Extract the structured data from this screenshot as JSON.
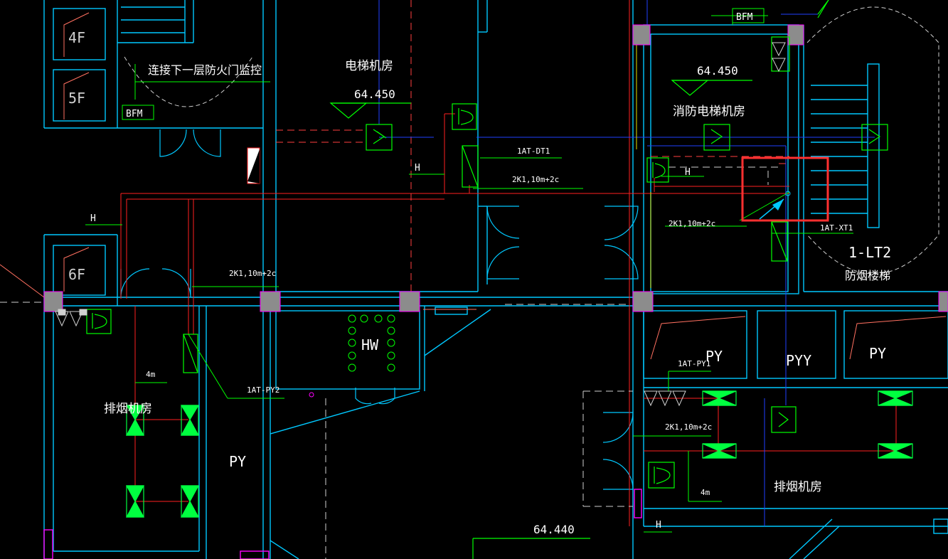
{
  "colors": {
    "background": "#000000",
    "wall": "#00c8ff",
    "pipe": "#ff2020",
    "pipe_dashed": "#ff4040",
    "annotation": "#00ff00",
    "blue_line": "#2040ff",
    "text": "#ffffff",
    "column": "#8c8c8c",
    "column_edge": "#ff00ff",
    "fan": "#00ff40",
    "highlight": "#ff3030",
    "yellow": "#e0e000",
    "orange": "#ff7060",
    "pink": "#ff9090"
  },
  "labels": {
    "floor_4f": "4F",
    "floor_5f": "5F",
    "floor_6f": "6F",
    "bfm_left": "BFM",
    "bfm_right": "BFM",
    "fire_door_monitor": "连接下一层防火门监控",
    "elevator_room": "电梯机房",
    "elevator_room_level": "64.450",
    "fire_elevator_room": "消防电梯机房",
    "fire_elevator_level": "64.450",
    "hw": "HW",
    "py_left": "PY",
    "py_right_1": "PY",
    "pyy": "PYY",
    "py_right_2": "PY",
    "lt2": "1-LT2",
    "smoke_stair": "防烟楼梯",
    "smoke_room_left": "排烟机房",
    "smoke_room_right": "排烟机房",
    "level_bottom": "64.440"
  },
  "annotations": {
    "h1": "H",
    "h2": "H",
    "h3": "H",
    "h4": "H",
    "at_dt1": "1AT-DT1",
    "at_xt1": "1AT-XT1",
    "at_py1": "1AT-PY1",
    "at_py2": "1AT-PY2",
    "cable_a": "2K1,10m+2c",
    "cable_b": "2K1,10m+2c",
    "cable_c": "2K1,10m+2c",
    "cable_d": "2K1,10m+2c",
    "len_left": "4m",
    "len_right": "4m"
  }
}
